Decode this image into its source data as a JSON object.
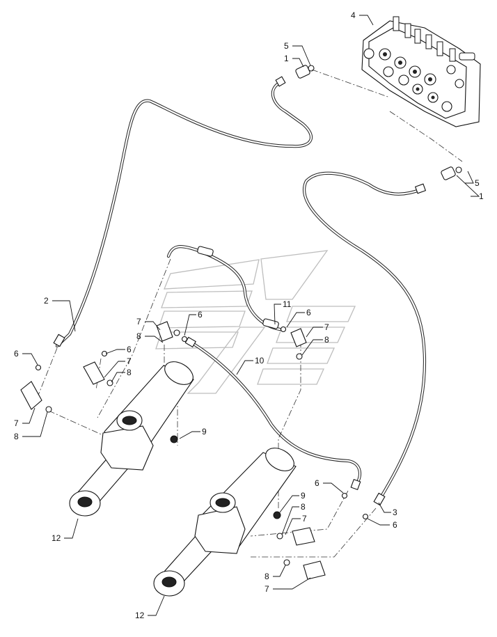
{
  "callouts": [
    {
      "id": "c1",
      "text": "4"
    },
    {
      "id": "c2",
      "text": "5"
    },
    {
      "id": "c3",
      "text": "1"
    },
    {
      "id": "c4",
      "text": "5"
    },
    {
      "id": "c5",
      "text": "1"
    },
    {
      "id": "c6",
      "text": "2"
    },
    {
      "id": "c7",
      "text": "6"
    },
    {
      "id": "c8",
      "text": "7"
    },
    {
      "id": "c9",
      "text": "8"
    },
    {
      "id": "c10",
      "text": "6"
    },
    {
      "id": "c11",
      "text": "7"
    },
    {
      "id": "c12",
      "text": "8"
    },
    {
      "id": "c13",
      "text": "6"
    },
    {
      "id": "c14",
      "text": "7"
    },
    {
      "id": "c15",
      "text": "8"
    },
    {
      "id": "c16",
      "text": "11"
    },
    {
      "id": "c17",
      "text": "6"
    },
    {
      "id": "c18",
      "text": "7"
    },
    {
      "id": "c19",
      "text": "8"
    },
    {
      "id": "c20",
      "text": "10"
    },
    {
      "id": "c21",
      "text": "9"
    },
    {
      "id": "c22",
      "text": "12"
    },
    {
      "id": "c23",
      "text": "6"
    },
    {
      "id": "c24",
      "text": "9"
    },
    {
      "id": "c25",
      "text": "8"
    },
    {
      "id": "c26",
      "text": "7"
    },
    {
      "id": "c27",
      "text": "3"
    },
    {
      "id": "c28",
      "text": "6"
    },
    {
      "id": "c29",
      "text": "8"
    },
    {
      "id": "c30",
      "text": "7"
    },
    {
      "id": "c31",
      "text": "12"
    }
  ],
  "colors": {
    "line": "#111111",
    "watermark": "#bdbdbd",
    "background": "#ffffff"
  }
}
